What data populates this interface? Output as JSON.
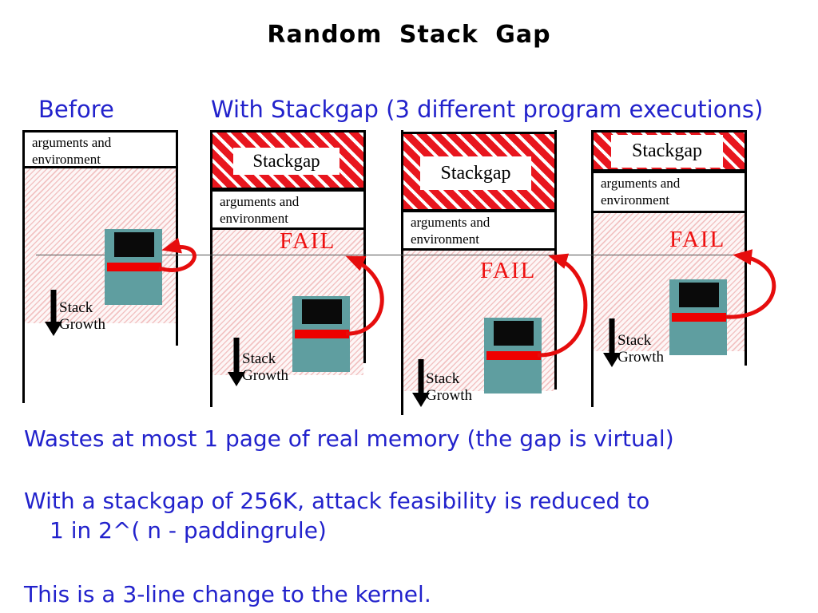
{
  "title": "Random Stack Gap",
  "header": {
    "before_label": "Before",
    "with_stackgap_label": "With Stackgap  (3 different program executions)"
  },
  "shared": {
    "stackgap_box_label": "Stackgap",
    "args_label": "arguments and environment",
    "fail_label": "FAIL",
    "stack_growth_line1": "Stack",
    "stack_growth_line2": "Growth"
  },
  "columns": [
    {
      "name": "before",
      "has_stackgap": false,
      "fail_shown": false
    },
    {
      "name": "stackgap-execution-1",
      "has_stackgap": true,
      "stackgap_size": "small-top",
      "fail_shown": true
    },
    {
      "name": "stackgap-execution-2",
      "has_stackgap": true,
      "stackgap_size": "large-top",
      "fail_shown": true
    },
    {
      "name": "stackgap-execution-3",
      "has_stackgap": true,
      "stackgap_size": "thin-top",
      "fail_shown": true
    }
  ],
  "notes": {
    "line1": "Wastes at most 1 page of real memory (the gap is virtual)",
    "line2a": "With a stackgap of 256K, attack feasibility is reduced to",
    "line2b": "1 in 2^( n - paddingrule)",
    "line3": "This is a 3-line change to the kernel."
  },
  "colors": {
    "note_blue": "#2222cc",
    "fail_red": "#ee1111",
    "arrow_red": "#e60d0d",
    "stripe_red": "#e8161e",
    "hatch_pink": "#f2c3c3",
    "computer_teal": "#5f9ea0"
  }
}
